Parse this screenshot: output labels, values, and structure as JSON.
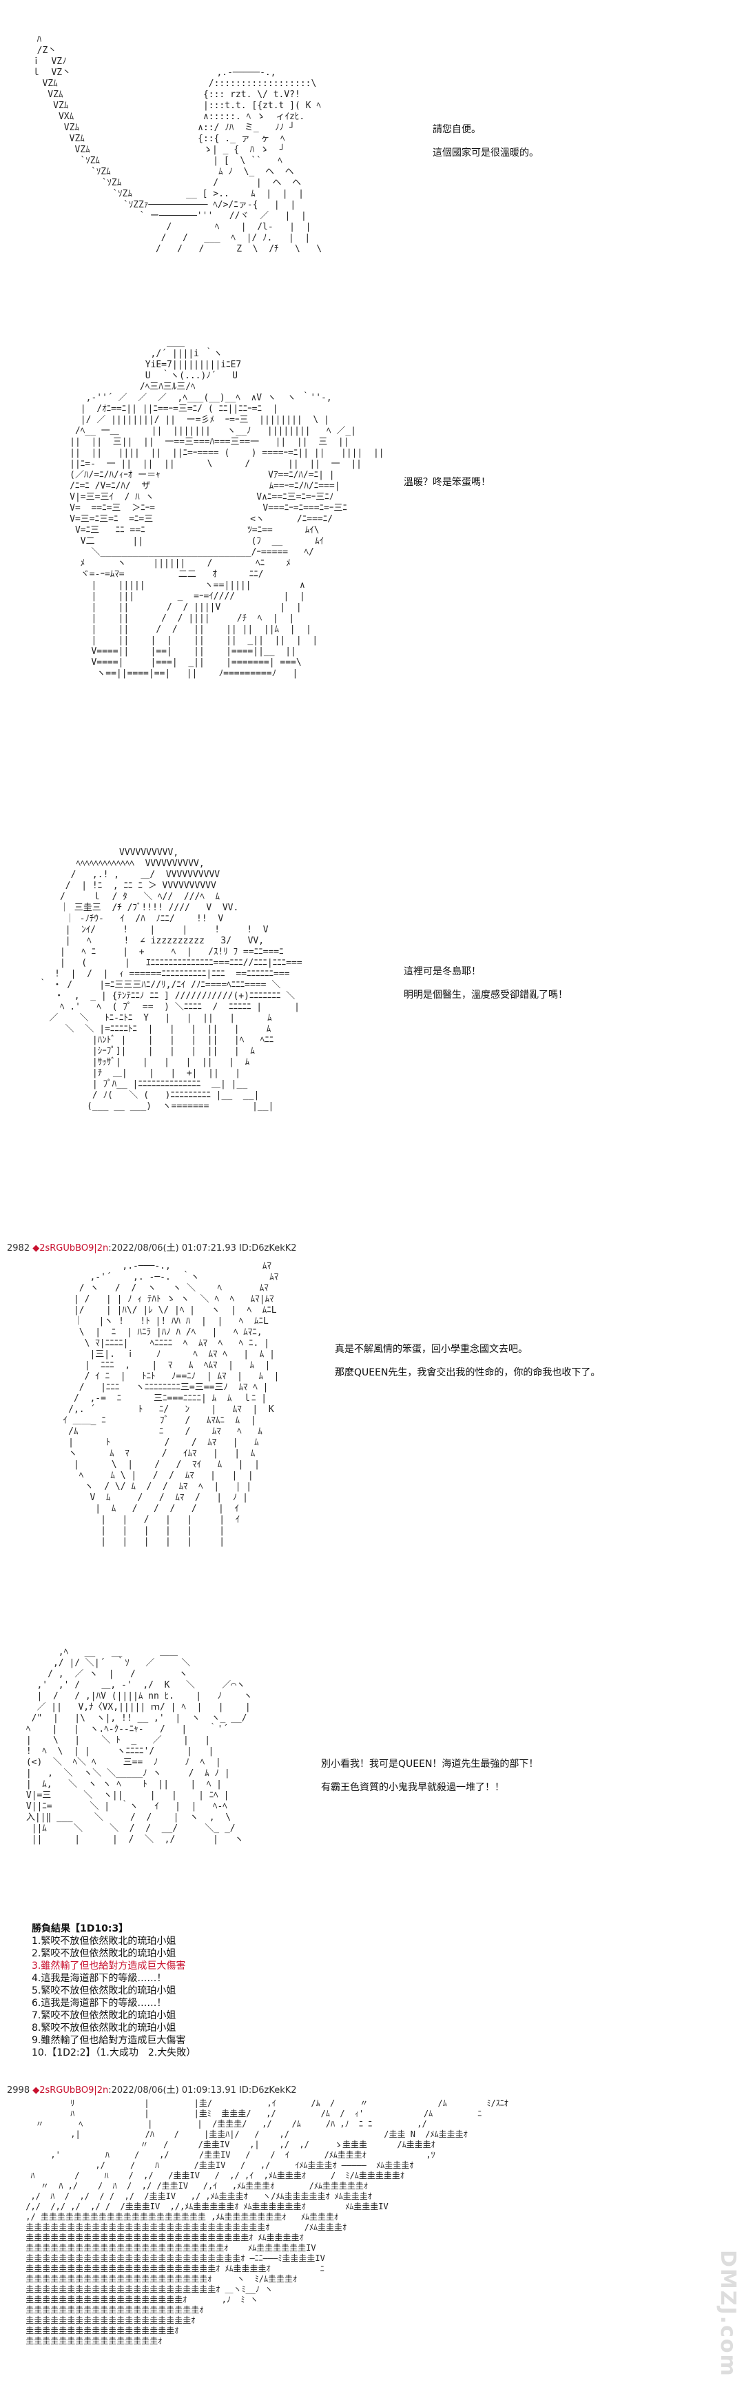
{
  "panel1": {
    "dialog": [
      "請您自便。",
      "這個國家可是很溫暖的。"
    ]
  },
  "panel2": {
    "dialog": [
      "溫暖？咚是笨蛋嗎！"
    ]
  },
  "panel3": {
    "dialog": [
      "這裡可是冬島耶！",
      "明明是個醫生，溫度感受卻錯亂了嗎！"
    ]
  },
  "post1": {
    "number": "2982",
    "trip": "◆2sRGUbBO9|2n",
    "timestamp": ":2022/08/06(土) 01:07:21.93 ID:D6zKekK2"
  },
  "panel4": {
    "dialog": [
      "真是不解風情的笨蛋，回小學重念國文去吧。",
      "那麼QUEEN先生，我會交出我的性命的，你的命我也收下了。"
    ]
  },
  "panel5": {
    "dialog": [
      "別小看我！我可是QUEEN！海道先生最強的部下！",
      "有霸王色資質的小鬼我早就殺過一堆了！！"
    ]
  },
  "results": {
    "title": "勝負結果【1D10:3】",
    "items": [
      "1.緊咬不放但依然敗北的琉珀小姐",
      "2.緊咬不放但依然敗北的琉珀小姐",
      "3.雖然輸了但也給對方造成巨大傷害",
      "4.這我是海道部下的等級……！",
      "5.緊咬不放但依然敗北的琉珀小姐",
      "6.這我是海道部下的等級……！",
      "7.緊咬不放但依然敗北的琉珀小姐",
      "8.緊咬不放但依然敗北的琉珀小姐",
      "9.雖然輸了但也給對方造成巨大傷害"
    ],
    "last": "10.【1D2:2】（1.大成功　2.大失敗）",
    "highlight_index": 2,
    "highlight_color": "#c8102e"
  },
  "post2": {
    "number": "2998",
    "trip": "◆2sRGUbBO9|2n",
    "timestamp": ":2022/08/06(土) 01:09:13.91 ID:D6zKekK2"
  },
  "watermark": "DMZJ.com"
}
